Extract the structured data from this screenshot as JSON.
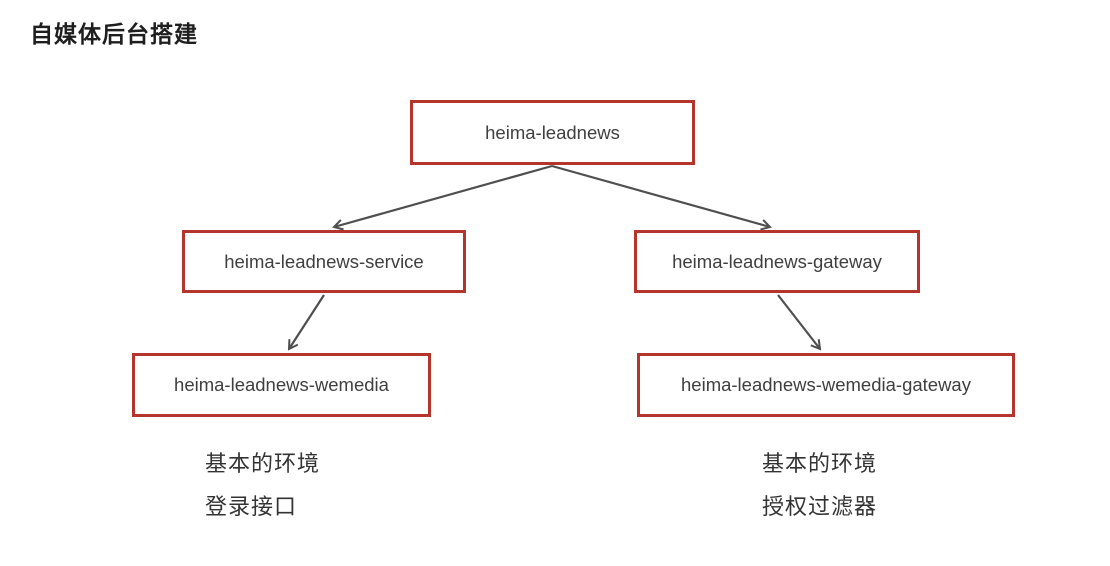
{
  "page": {
    "title": "自媒体后台搭建"
  },
  "diagram": {
    "nodes": {
      "root": {
        "label": "heima-leadnews"
      },
      "service": {
        "label": "heima-leadnews-service"
      },
      "gateway": {
        "label": "heima-leadnews-gateway"
      },
      "wemedia": {
        "label": "heima-leadnews-wemedia"
      },
      "wemedia_gateway": {
        "label": "heima-leadnews-wemedia-gateway"
      }
    },
    "edges": [
      {
        "from": "heima-leadnews",
        "to": "heima-leadnews-service"
      },
      {
        "from": "heima-leadnews",
        "to": "heima-leadnews-gateway"
      },
      {
        "from": "heima-leadnews-service",
        "to": "heima-leadnews-wemedia"
      },
      {
        "from": "heima-leadnews-gateway",
        "to": "heima-leadnews-wemedia-gateway"
      }
    ],
    "annotations": {
      "service_branch": [
        "基本的环境",
        "登录接口"
      ],
      "gateway_branch": [
        "基本的环境",
        "授权过滤器"
      ]
    },
    "colors": {
      "node_border": "#b5342c",
      "node_text": "#3f3f3f",
      "arrow": "#4f4f4f",
      "title_text": "#1e1e1e",
      "annotation_text": "#333333",
      "canvas_bg": "#ffffff"
    }
  }
}
